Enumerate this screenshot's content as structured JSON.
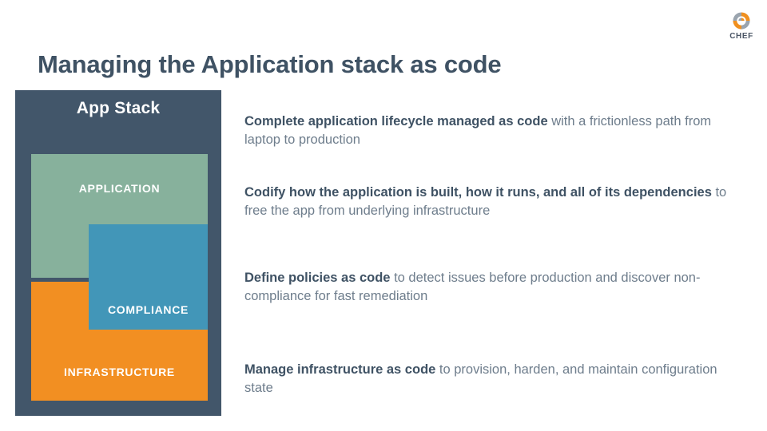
{
  "slide": {
    "title": "Managing the Application stack as code",
    "background_color": "#ffffff",
    "title_color": "#3f5264"
  },
  "brand": {
    "wordmark": "CHEF",
    "mark_icon": "chef-circular-c-icon",
    "orange": "#f0901f",
    "gray": "#9aa4ae"
  },
  "diagram": {
    "heading": "App Stack",
    "panel_color": "#42566a",
    "layers": [
      {
        "label": "APPLICATION",
        "color": "#87b19c"
      },
      {
        "label": "COMPLIANCE",
        "color": "#4296b8"
      },
      {
        "label": "INFRASTRUCTURE",
        "color": "#f28f22"
      }
    ]
  },
  "points": [
    {
      "lead": "Complete application lifecycle managed as code",
      "rest": " with a frictionless path from laptop to production"
    },
    {
      "lead": "Codify how the application is built, how it runs, and all of its dependencies",
      "rest": " to free the app from underlying infrastructure"
    },
    {
      "lead": "Define policies as code",
      "rest": " to detect issues before production and discover non-compliance for fast remediation"
    },
    {
      "lead": "Manage infrastructure as code",
      "rest": " to provision, harden, and maintain configuration state"
    }
  ]
}
